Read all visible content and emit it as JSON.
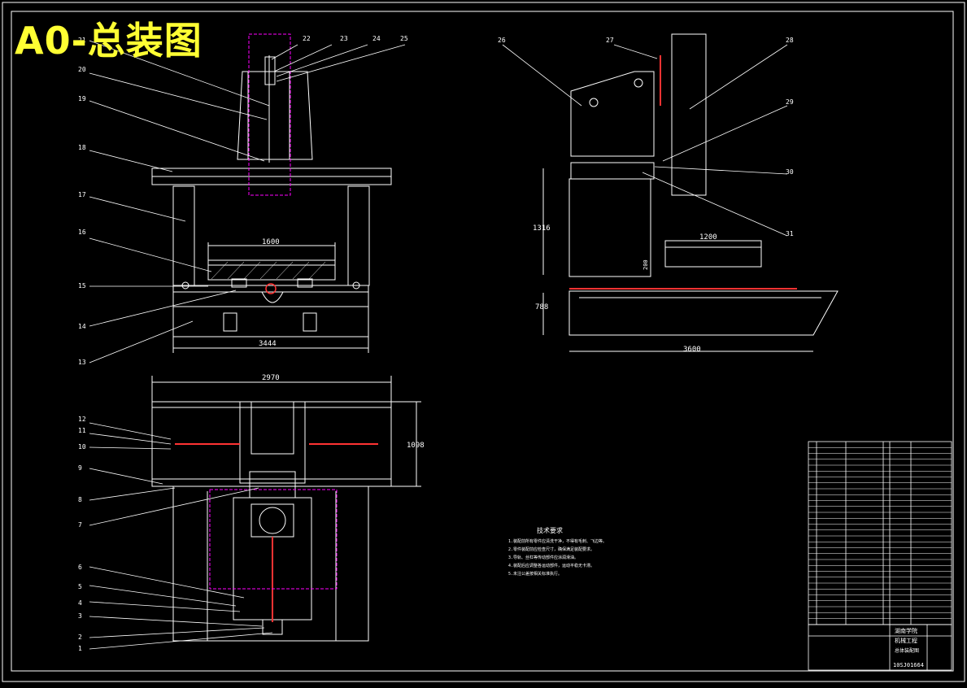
{
  "title": "A0-总装图",
  "colors": {
    "background": "#000000",
    "line": "#ffffff",
    "hidden": "#ff00ff",
    "part": "#ff3333",
    "title": "#ffff33"
  },
  "front_view": {
    "dims": {
      "table_width": "1600",
      "base_width": "3444"
    },
    "callouts": [
      "13",
      "14",
      "15",
      "16",
      "17",
      "18",
      "19",
      "20",
      "21",
      "22",
      "23",
      "24",
      "25"
    ]
  },
  "top_view": {
    "dims": {
      "overall_width": "2970",
      "depth": "1098"
    },
    "callouts": [
      "1",
      "2",
      "3",
      "4",
      "5",
      "6",
      "7",
      "8",
      "9",
      "10",
      "11",
      "12"
    ]
  },
  "side_view": {
    "dims": {
      "height_upper": "1316",
      "height_lower": "788",
      "table_length": "1200",
      "length": "3600",
      "table_height": "200"
    },
    "callouts": [
      "26",
      "27",
      "28",
      "29",
      "30",
      "31"
    ]
  },
  "notes": {
    "heading": "技术要求",
    "lines": [
      "1.装配前所有零件应清洗干净，不得有毛刺、飞边等。",
      "2.零件装配前应检查尺寸，确保满足装配要求。",
      "3.导轨、丝杠等传动部件应涂润滑油。",
      "4.装配后应调整各运动部件，运动平稳无卡滞。",
      "5.未注公差按相关标准执行。"
    ]
  },
  "title_block": {
    "school": "湖南学院",
    "dept": "机械工程",
    "drawing_name": "总体装配图",
    "drawing_no": "10SJ01664"
  }
}
